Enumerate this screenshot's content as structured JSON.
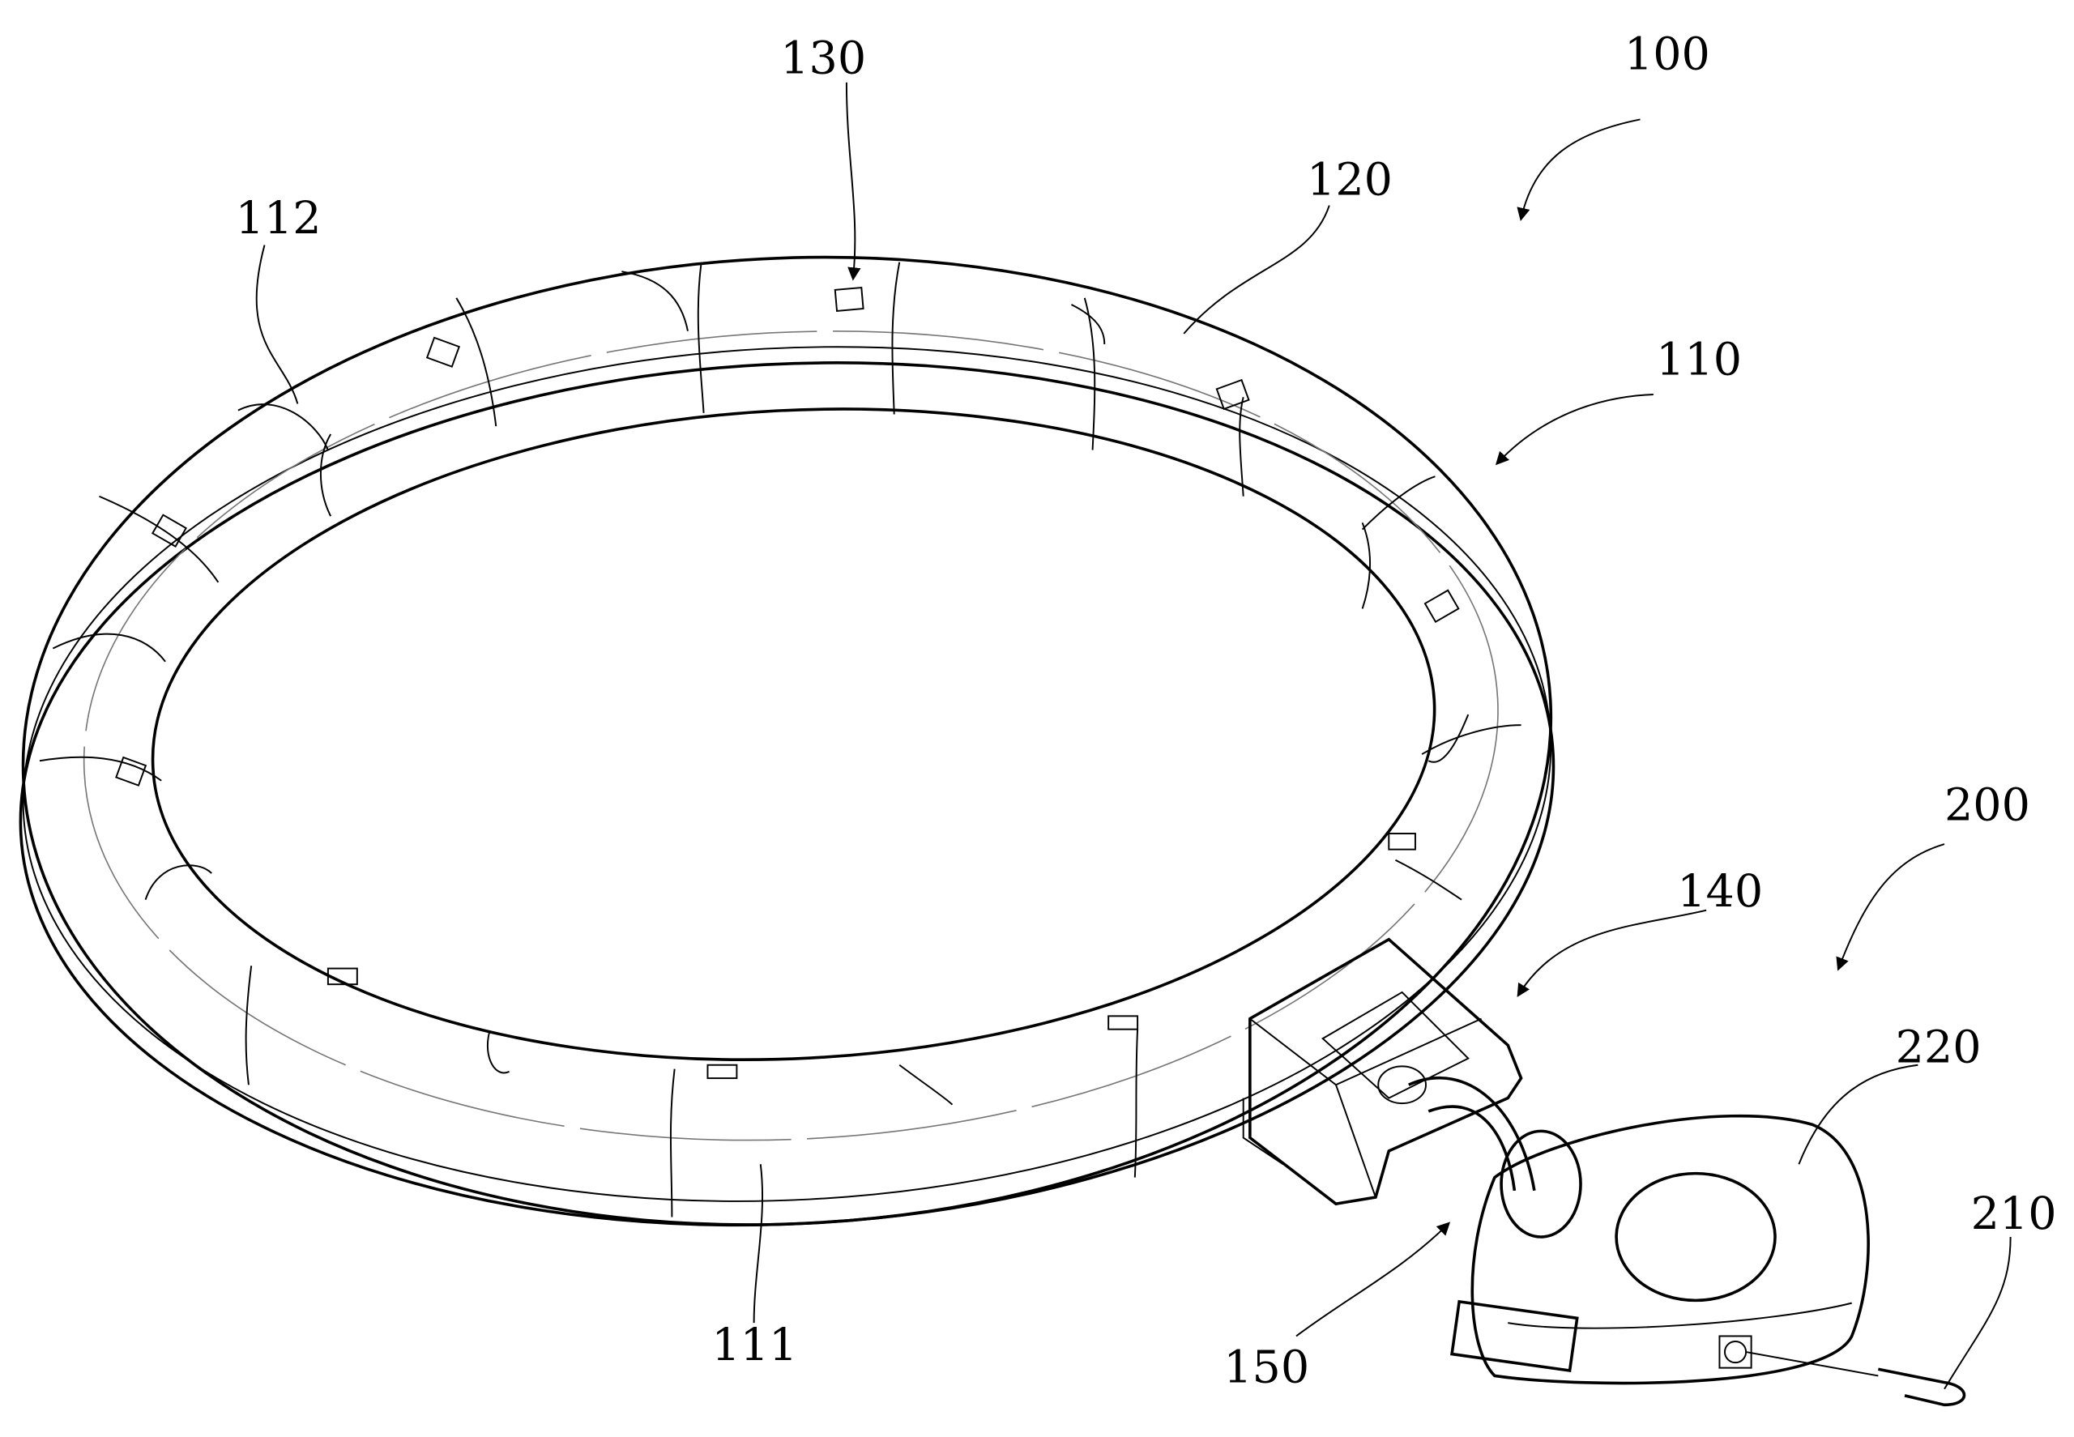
{
  "figure": {
    "labels": {
      "l100": "100",
      "l110": "110",
      "l111": "111",
      "l112": "112",
      "l120": "120",
      "l130": "130",
      "l140": "140",
      "l150": "150",
      "l200": "200",
      "l210": "210",
      "l220": "220"
    },
    "colors": {
      "line": "#000000",
      "background": "#ffffff"
    }
  }
}
